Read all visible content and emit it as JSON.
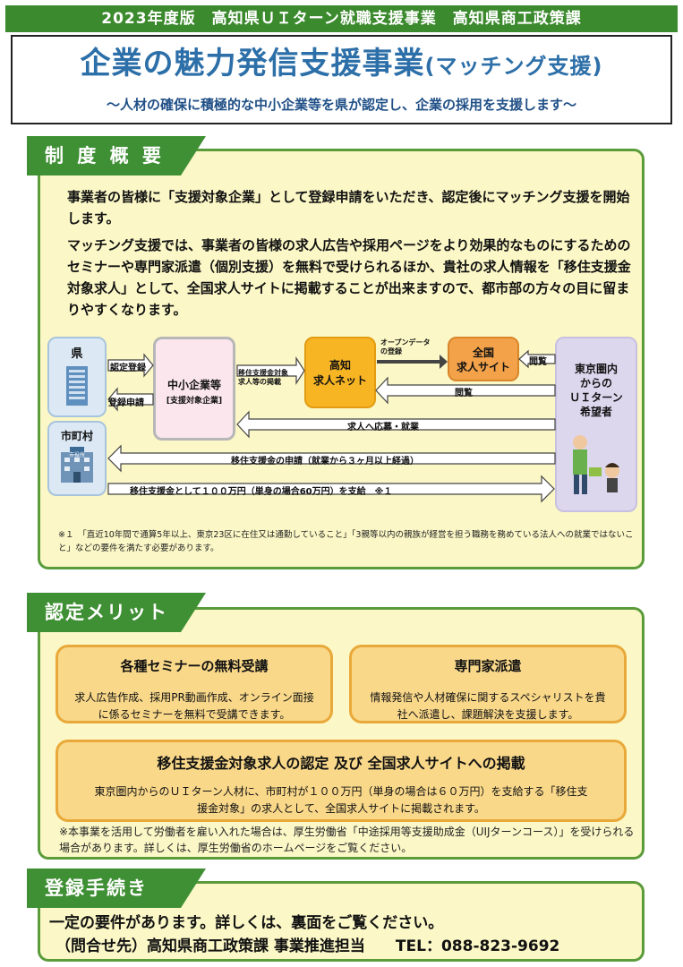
{
  "header": {
    "banner": "2023年度版　高知県ＵＩターン就職支援事業　高知県商工政策課",
    "title": "企業の魅力発信支援事業",
    "title_suffix": "(マッチング支援)",
    "subtitle": "～人材の確保に積極的な中小企業等を県が認定し、企業の採用を支援します～"
  },
  "overview": {
    "tab": "制 度 概 要",
    "para1": "事業者の皆様に「支援対象企業」として登録申請をいただき、認定後にマッチング支援を開始します。",
    "para2": "マッチング支援では、事業者の皆様の求人広告や採用ページをより効果的なものにするためのセミナーや専門家派遣（個別支援）を無料で受けられるほか、貴社の求人情報を「移住支援金対象求人」として、全国求人サイトに掲載することが出来ますので、都市部の方々の目に留まりやすくなります。",
    "diagram": {
      "pref": "県",
      "municipality": "市町村",
      "city_hall_sign": "市役所",
      "company": "中小企業等",
      "company_sub": "[支援対象企業]",
      "kochi": "高知\n求人ネット",
      "national_site": "全国\n求人サイト",
      "tokyo": "東京圏内\nからの\nＵＩターン\n希望者",
      "certify_reg": "認定登録",
      "apply_reg": "登録申請",
      "job_post": "移住支援金対象\n求人等の掲載",
      "open_data": "オープンデータ\nの登録",
      "browse1": "閲覧",
      "browse2": "閲覧",
      "apply_job": "求人へ応募・就業",
      "subsidy_apply": "移住支援金の申請（就業から３ヶ月以上経過）",
      "subsidy_pay": "移住支援金として１００万円（単身の場合60万円）を支給　※１"
    },
    "footnote": "※１　「直近10年間で通算5年以上、東京23区に在住又は通勤していること」「3親等以内の親族が経営を担う職務を務めている法人への就業ではないこと」などの要件を満たす必要があります。"
  },
  "merits": {
    "tab": "認定メリット",
    "card1_title": "各種セミナーの無料受講",
    "card1_body": "求人広告作成、採用PR動画作成、オンライン面接に係るセミナーを無料で受講できます。",
    "card2_title": "専門家派遣",
    "card2_body": "情報発信や人材確保に関するスペシャリストを貴社へ派遣し、課題解決を支援します。",
    "card3_title": "移住支援金対象求人の認定 及び 全国求人サイトへの掲載",
    "card3_body": "東京圏内からのＵＩターン人材に、市町村が１００万円（単身の場合は６０万円）を支給する「移住支援金対象」の求人として、全国求人サイトに掲載されます。",
    "note": "※本事業を活用して労働者を雇い入れた場合は、厚生労働省「中途採用等支援助成金（UIJターンコース）」を受けられる場合があります。詳しくは、厚生労働省のホームページをご覧ください。"
  },
  "registration": {
    "tab": "登録手続き",
    "line1": "一定の要件があります。詳しくは、裏面をご覧ください。",
    "line2": "（問合せ先）高知県商工政策課 事業推進担当　　TEL：088-823-9692"
  },
  "colors": {
    "green": "#3c8a2e",
    "panel_bg": "#fbf7c6",
    "orange": "#f2a93b",
    "merit_bg": "#f9d88a",
    "blue_title": "#2d6fa8"
  }
}
